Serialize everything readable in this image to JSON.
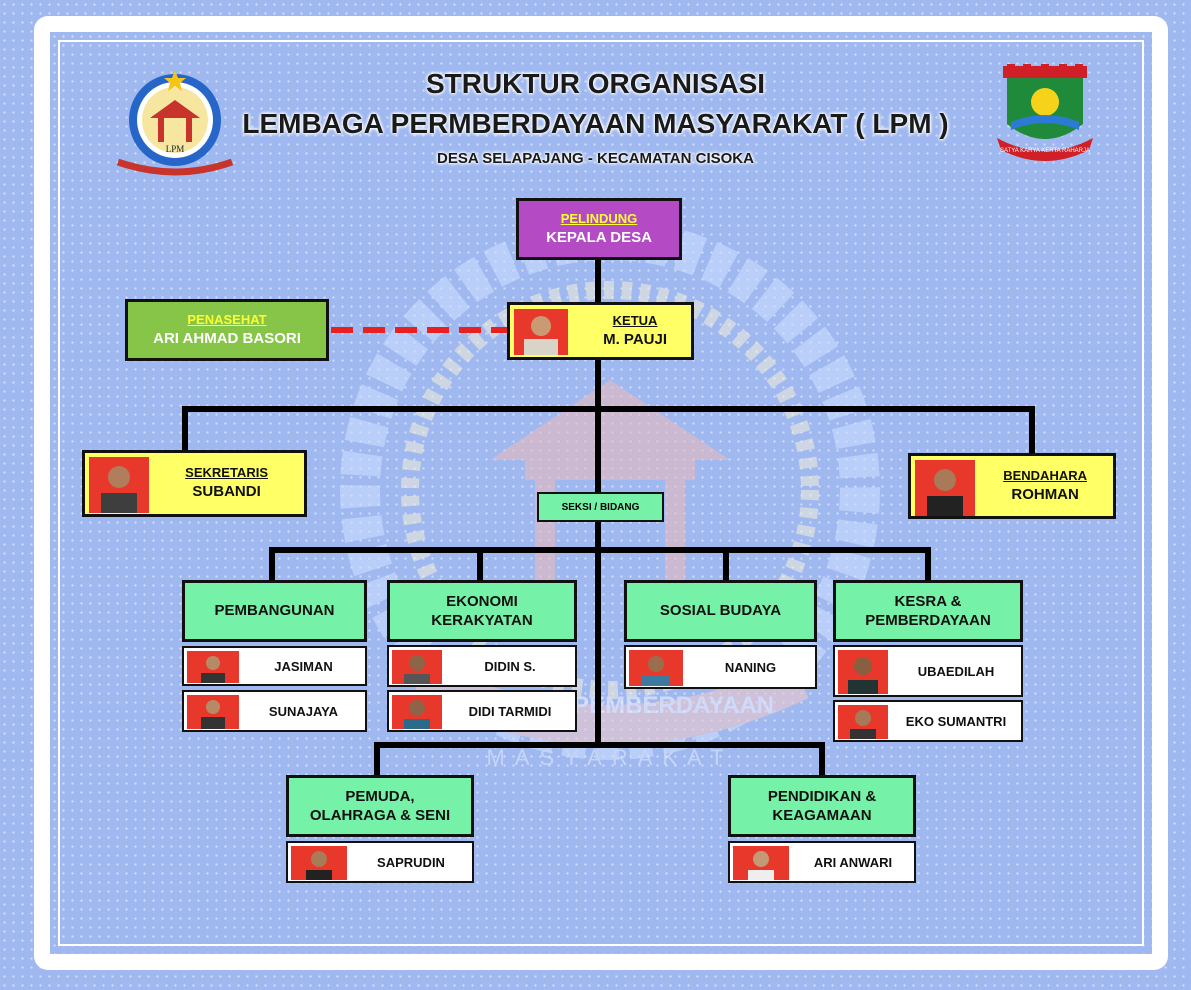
{
  "header": {
    "title_line1": "STRUKTUR ORGANISASI",
    "title_line2": "LEMBAGA PERMBERDAYAAN MASYARAKAT ( LPM )",
    "subtitle": "DESA SELAPAJANG - KECAMATAN CISOKA"
  },
  "logos": {
    "left_text": "LPM",
    "right_text": "SATYA KARYA KERTA RAHARJA"
  },
  "watermark": {
    "text_line1": "LEMBAGA PEMBERDAYAAN",
    "text_line2": "MASYARAKAT"
  },
  "pelindung": {
    "role": "PELINDUNG",
    "name": "KEPALA DESA"
  },
  "penasehat": {
    "role": "PENASEHAT",
    "name": "ARI AHMAD BASORI"
  },
  "ketua": {
    "role": "KETUA",
    "name": "M. PAUJI"
  },
  "sekretaris": {
    "role": "SEKRETARIS",
    "name": "SUBANDI"
  },
  "bendahara": {
    "role": "BENDAHARA",
    "name": "ROHMAN"
  },
  "seksi_label": "SEKSI /  BIDANG",
  "sections": [
    {
      "label": "PEMBANGUNAN",
      "members": [
        "JASIMAN",
        "SUNAJAYA"
      ]
    },
    {
      "label_line1": "EKONOMI",
      "label_line2": "KERAKYATAN",
      "members": [
        "DIDIN S.",
        "DIDI TARMIDI"
      ]
    },
    {
      "label": "SOSIAL BUDAYA",
      "members": [
        "NANING"
      ]
    },
    {
      "label_line1": "KESRA &",
      "label_line2": "PEMBERDAYAAN",
      "members": [
        "UBAEDILAH",
        "EKO SUMANTRI"
      ]
    },
    {
      "label_line1": "PEMUDA,",
      "label_line2": "OLAHRAGA & SENI",
      "members": [
        "SAPRUDIN"
      ]
    },
    {
      "label_line1": "PENDIDIKAN &",
      "label_line2": "KEAGAMAAN",
      "members": [
        "ARI ANWARI"
      ]
    }
  ],
  "colors": {
    "background": "#9fb8f0",
    "pelindung": "#b44ac4",
    "penasehat": "#86c548",
    "officer": "#ffff66",
    "section": "#76f2a8",
    "photo_bg": "#e8382b",
    "dashed_link": "#e8201f"
  }
}
